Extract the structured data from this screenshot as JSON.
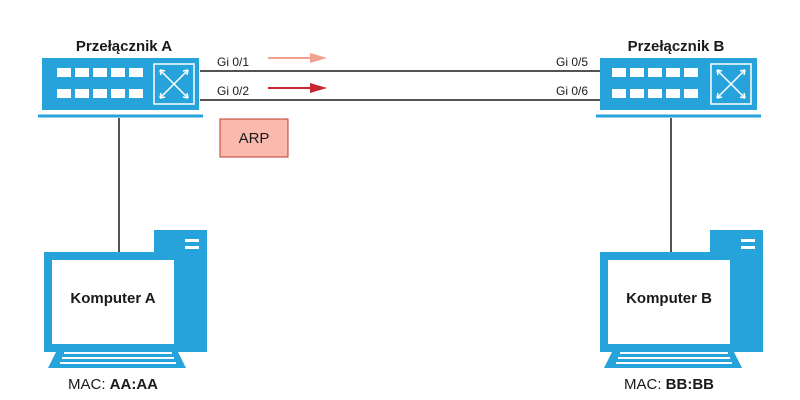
{
  "switch_a": {
    "title": "Przełącznik A",
    "port_top": "Gi 0/1",
    "port_bottom": "Gi 0/2"
  },
  "switch_b": {
    "title": "Przełącznik B",
    "port_top": "Gi 0/5",
    "port_bottom": "Gi 0/6"
  },
  "frame_label": "ARP",
  "computer_a": {
    "name": "Komputer A",
    "mac_prefix": "MAC: ",
    "mac_value": "AA:AA"
  },
  "computer_b": {
    "name": "Komputer B",
    "mac_prefix": "MAC: ",
    "mac_value": "BB:BB"
  },
  "icons": {
    "switch": "network-switch-icon",
    "computer": "desktop-computer-icon",
    "arrow": "arrow-right-icon"
  },
  "colors": {
    "device_blue": "#27a3db",
    "device_dark": "#1b8cc0",
    "screen_white": "#ffffff",
    "arrow_light": "#f2a090",
    "arrow_dark": "#c9272e",
    "arp_fill": "#f9b9ad",
    "arp_border": "#c0392b",
    "line": "#1a1a1a"
  }
}
